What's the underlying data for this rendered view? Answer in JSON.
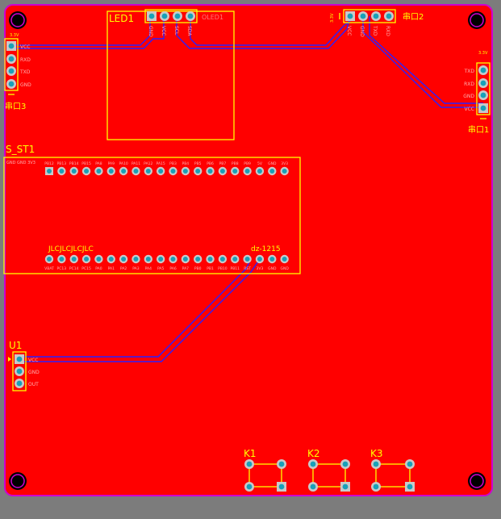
{
  "colors": {
    "background": "#7c7c7c",
    "board": "#ff0000",
    "board_outline": "#d000d0",
    "silkscreen": "#ffff00",
    "trace": "#2a20ff",
    "pad": "#c9c9c9",
    "drill": "#18a0b8"
  },
  "components": {
    "led": {
      "designator": "LED1",
      "part_label": "OLED1",
      "pins": [
        "GND",
        "VCC",
        "SCL",
        "SDA"
      ]
    },
    "serial3": {
      "designator": "串口3",
      "header": "3.3V",
      "pins": [
        "VCC",
        "RXD",
        "TXD",
        "GND"
      ]
    },
    "serial2": {
      "designator": "串口2",
      "header": "3.3V",
      "pins": [
        "VCC",
        "GND",
        "TXD",
        "RXD"
      ]
    },
    "serial1": {
      "designator": "串口1",
      "header": "3.3V",
      "pins": [
        "TXD",
        "RXD",
        "GND",
        "VCC"
      ]
    },
    "mcu": {
      "designator": "S_ST1",
      "top_label": "GND GND 3V3",
      "pin_labels_top": [
        "PB12",
        "PB13",
        "PB14",
        "PB15",
        "PA8",
        "PA9",
        "PA10",
        "PA11",
        "PA12",
        "PA15",
        "PB3",
        "PB4",
        "PB5",
        "PB6",
        "PB7",
        "PB8",
        "PB9",
        "5V",
        "GND",
        "3V3"
      ],
      "pin_labels_bottom": [
        "VBAT",
        "PC13",
        "PC14",
        "PC15",
        "PA0",
        "PA1",
        "PA2",
        "PA3",
        "PA4",
        "PA5",
        "PA6",
        "PA7",
        "PB0",
        "PB1",
        "PB10",
        "PB11",
        "RST",
        "3V3",
        "GND",
        "GND"
      ],
      "silk_left": "JLCJLCJLCJLC",
      "silk_right": "dz-1215"
    },
    "u1": {
      "designator": "U1",
      "pins": [
        "VCC",
        "GND",
        "OUT"
      ]
    },
    "buttons": [
      {
        "designator": "K1"
      },
      {
        "designator": "K2"
      },
      {
        "designator": "K3"
      }
    ]
  },
  "icons": [
    "mounting-hole-icon",
    "pad-icon"
  ]
}
